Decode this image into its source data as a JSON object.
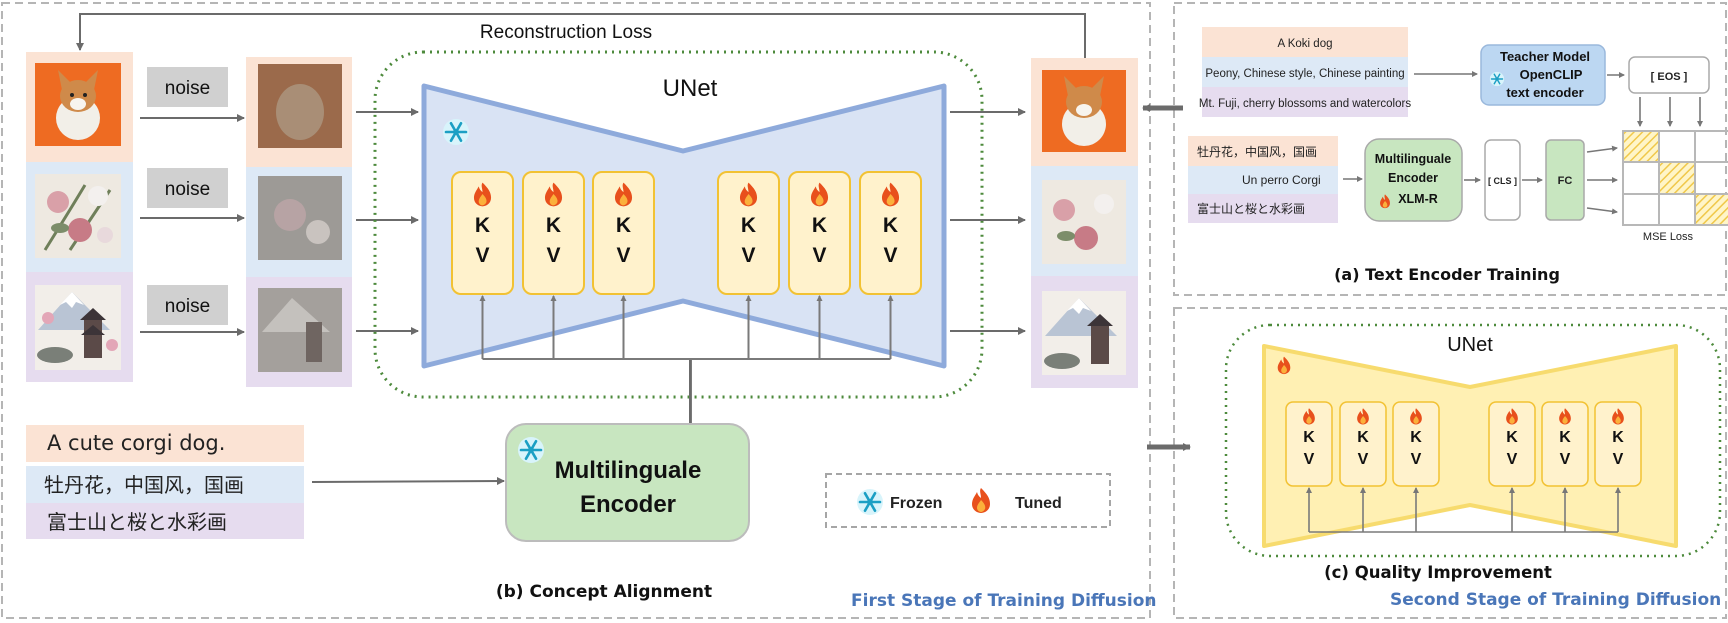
{
  "panel_b": {
    "reconstruction_loss": "Reconstruction Loss",
    "noise_labels": [
      "noise",
      "noise",
      "noise"
    ],
    "unet_title": "UNet",
    "kv_blocks": [
      {
        "k": "K",
        "v": "V"
      },
      {
        "k": "K",
        "v": "V"
      },
      {
        "k": "K",
        "v": "V"
      },
      {
        "k": "K",
        "v": "V"
      },
      {
        "k": "K",
        "v": "V"
      },
      {
        "k": "K",
        "v": "V"
      }
    ],
    "prompts": [
      "A cute corgi dog.",
      "牡丹花，中国风，国画",
      "富士山と桜と水彩画"
    ],
    "encoder_line1": "Multilinguale",
    "encoder_line2": "Encoder",
    "legend_frozen": "Frozen",
    "legend_tuned": "Tuned",
    "caption": "(b) Concept Alignment",
    "stage": "First Stage  of Training Diffusion"
  },
  "panel_a": {
    "teacher_prompts": [
      "A Koki dog",
      "Peony, Chinese style, Chinese painting",
      "Mt. Fuji, cherry blossoms and watercolors"
    ],
    "teacher_line1": "Teacher Model",
    "teacher_line2": "OpenCLIP",
    "teacher_line3": "text encoder",
    "eos": "[ EOS ]",
    "student_prompts": [
      "牡丹花，中国风，国画",
      "Un perro Corgi",
      "富士山と桜と水彩画"
    ],
    "student_line1": "Multilinguale",
    "student_line2": "Encoder",
    "student_line3": "XLM-R",
    "cls": "[ CLS ]",
    "fc": "FC",
    "mse": "MSE Loss",
    "caption": "(a) Text Encoder Training"
  },
  "panel_c": {
    "unet_title": "UNet",
    "kv_blocks": [
      {
        "k": "K",
        "v": "V"
      },
      {
        "k": "K",
        "v": "V"
      },
      {
        "k": "K",
        "v": "V"
      },
      {
        "k": "K",
        "v": "V"
      },
      {
        "k": "K",
        "v": "V"
      },
      {
        "k": "K",
        "v": "V"
      }
    ],
    "caption": "(c) Quality Improvement",
    "stage": "Second Stage  of Training Diffusion"
  },
  "colors": {
    "peach": "#fbe3d4",
    "lightblue": "#dde9f6",
    "lavender": "#e6dcef",
    "unet_blue": "#d9e3f4",
    "unet_blue_stroke": "#8eaadb",
    "kv_fill": "#fff2cc",
    "kv_stroke": "#f2c233",
    "encoder_green": "#c8e6c0",
    "stage_blue": "#4a76b8",
    "yellow_unet": "#fff0b3",
    "teacher_blue": "#bcd7f2"
  }
}
